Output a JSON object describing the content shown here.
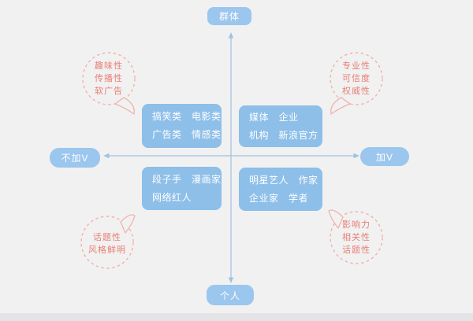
{
  "diagram": {
    "title_semantics": "weibo-account-quadrant-diagram",
    "axis_labels": {
      "top": "群体",
      "bottom": "个人",
      "left": "不加V",
      "right": "加V"
    },
    "quadrants": {
      "top_left": {
        "line1": "搞笑类　电影类",
        "line2": "广告类　情感类"
      },
      "top_right": {
        "line1": "媒体　企业",
        "line2": "机构　新浪官方"
      },
      "bottom_left": {
        "line1": "段子手　漫画家",
        "line2": "网络红人"
      },
      "bottom_right": {
        "line1": "明星艺人　作家",
        "line2": "企业家　学者"
      }
    },
    "bubbles": {
      "top_left": {
        "line1": "趣味性",
        "line2": "传播性",
        "line3": "软广告"
      },
      "top_right": {
        "line1": "专业性",
        "line2": "可信度",
        "line3": "权威性"
      },
      "bottom_left": {
        "line1": "话题性",
        "line2": "风格鲜明"
      },
      "bottom_right": {
        "line1": "影响力",
        "line2": "相关性",
        "line3": "话题性"
      }
    },
    "colors": {
      "background": "#f1f1f2",
      "box_blue": "#8dbfe9",
      "pill_blue": "#9bc6ee",
      "axis_line_blue": "#9fc2e0",
      "bubble_text_red": "#e87e72",
      "bubble_border_pink": "#f0b3aa"
    }
  }
}
